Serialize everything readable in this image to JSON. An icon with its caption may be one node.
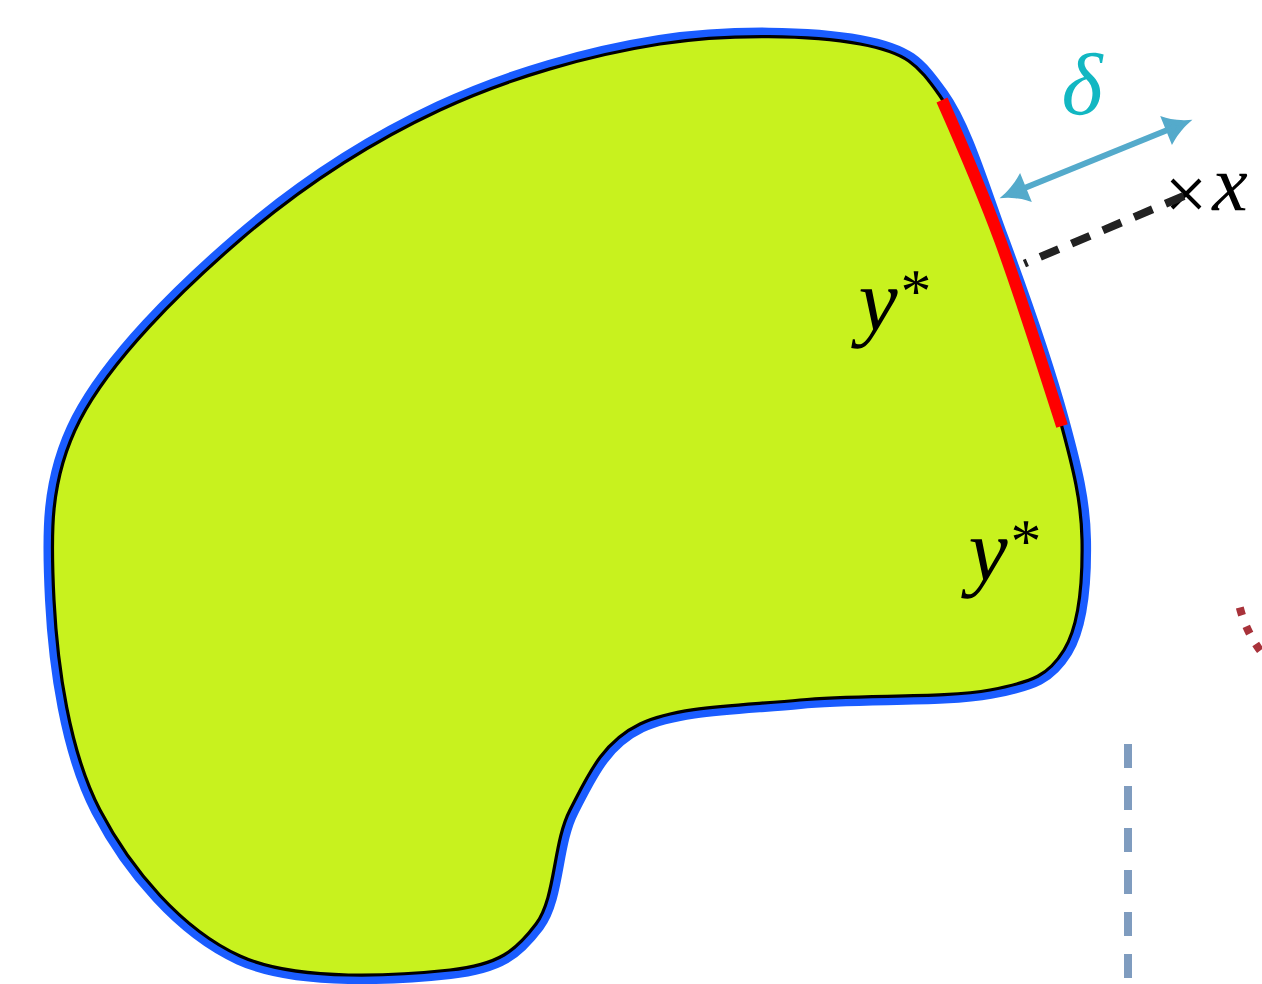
{
  "diagram": {
    "nodes": [
      {
        "text": [
          "y$^{*}$",
          "y$^{*}$"
        ]
      },
      {
        "text": [
          "x"
        ]
      }
    ],
    "edges": [
      {
        "from": 1,
        "to": 0,
        "arrow": "none",
        "style": "dashed"
      }
    ],
    "labels": [
      "δ"
    ]
  }
}
